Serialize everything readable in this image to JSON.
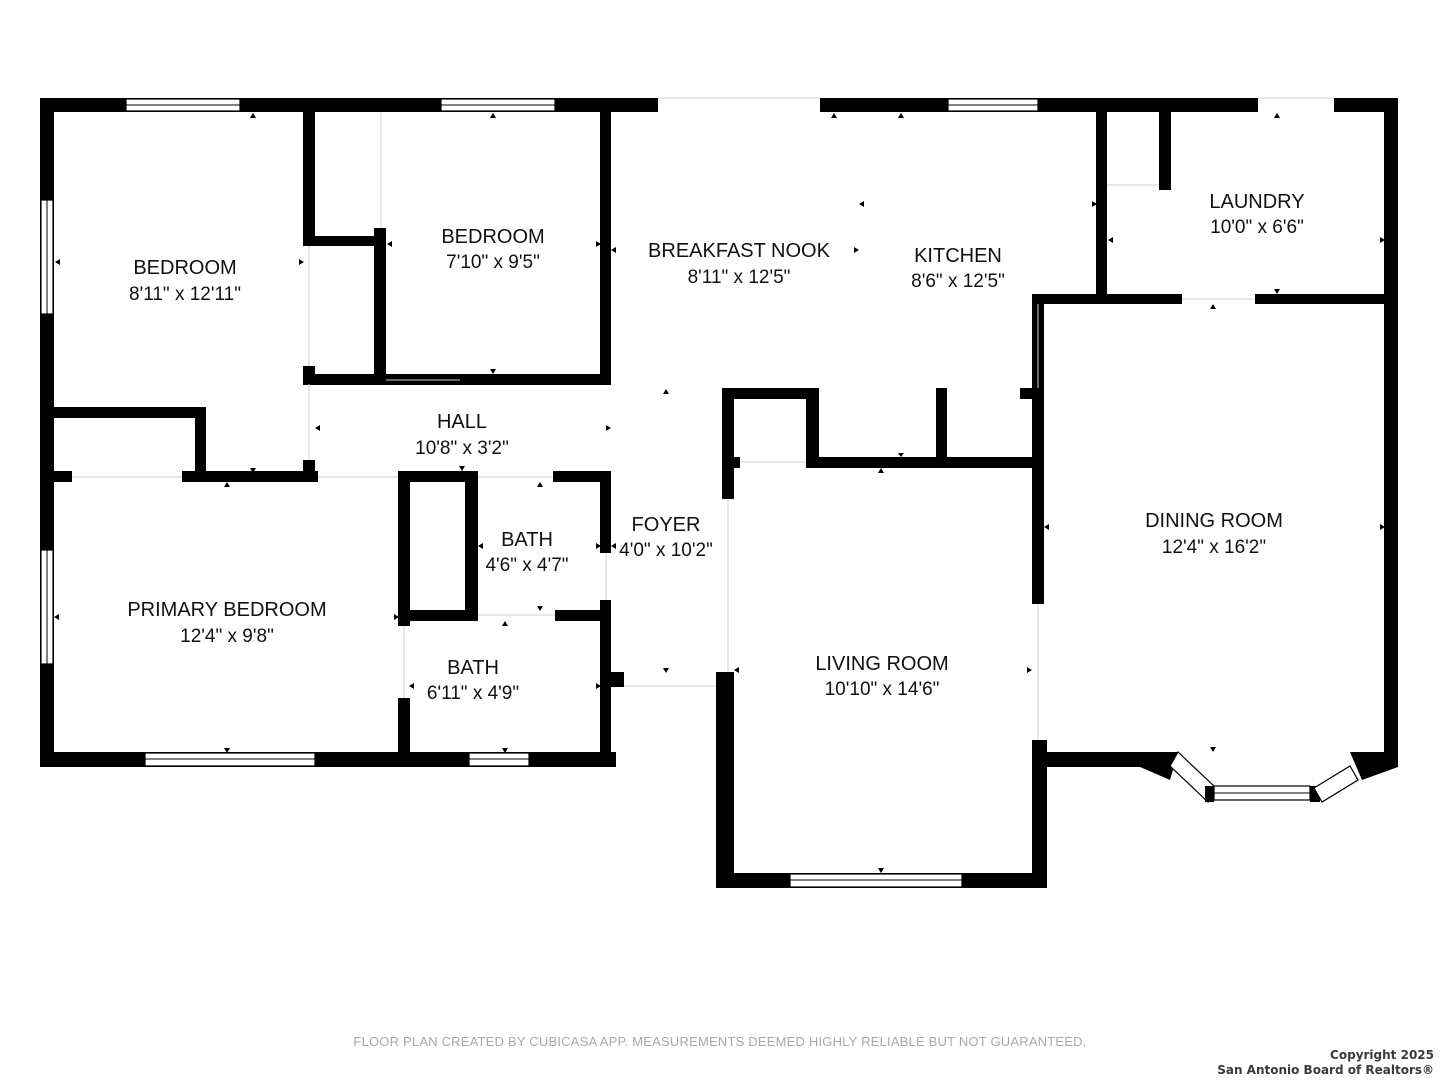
{
  "rooms": {
    "bedroom_1": {
      "name": "BEDROOM",
      "dims": "8'11\" x 12'11\""
    },
    "bedroom_2": {
      "name": "BEDROOM",
      "dims": "7'10\" x 9'5\""
    },
    "breakfast_nook": {
      "name": "BREAKFAST NOOK",
      "dims": "8'11\" x 12'5\""
    },
    "kitchen": {
      "name": "KITCHEN",
      "dims": "8'6\" x 12'5\""
    },
    "laundry": {
      "name": "LAUNDRY",
      "dims": "10'0\" x 6'6\""
    },
    "hall": {
      "name": "HALL",
      "dims": "10'8\" x 3'2\""
    },
    "bath_1": {
      "name": "BATH",
      "dims": "4'6\" x 4'7\""
    },
    "foyer": {
      "name": "FOYER",
      "dims": "4'0\" x 10'2\""
    },
    "dining_room": {
      "name": "DINING ROOM",
      "dims": "12'4\" x 16'2\""
    },
    "primary_bedroom": {
      "name": "PRIMARY BEDROOM",
      "dims": "12'4\" x 9'8\""
    },
    "bath_2": {
      "name": "BATH",
      "dims": "6'11\" x 4'9\""
    },
    "living_room": {
      "name": "LIVING ROOM",
      "dims": "10'10\" x 14'6\""
    }
  },
  "footer": {
    "disclaimer": "FLOOR PLAN CREATED BY CUBICASA APP. MEASUREMENTS DEEMED HIGHLY RELIABLE BUT NOT GUARANTEED.",
    "copyright_line1": "Copyright 2025",
    "copyright_line2": "San Antonio Board of Realtors®"
  }
}
